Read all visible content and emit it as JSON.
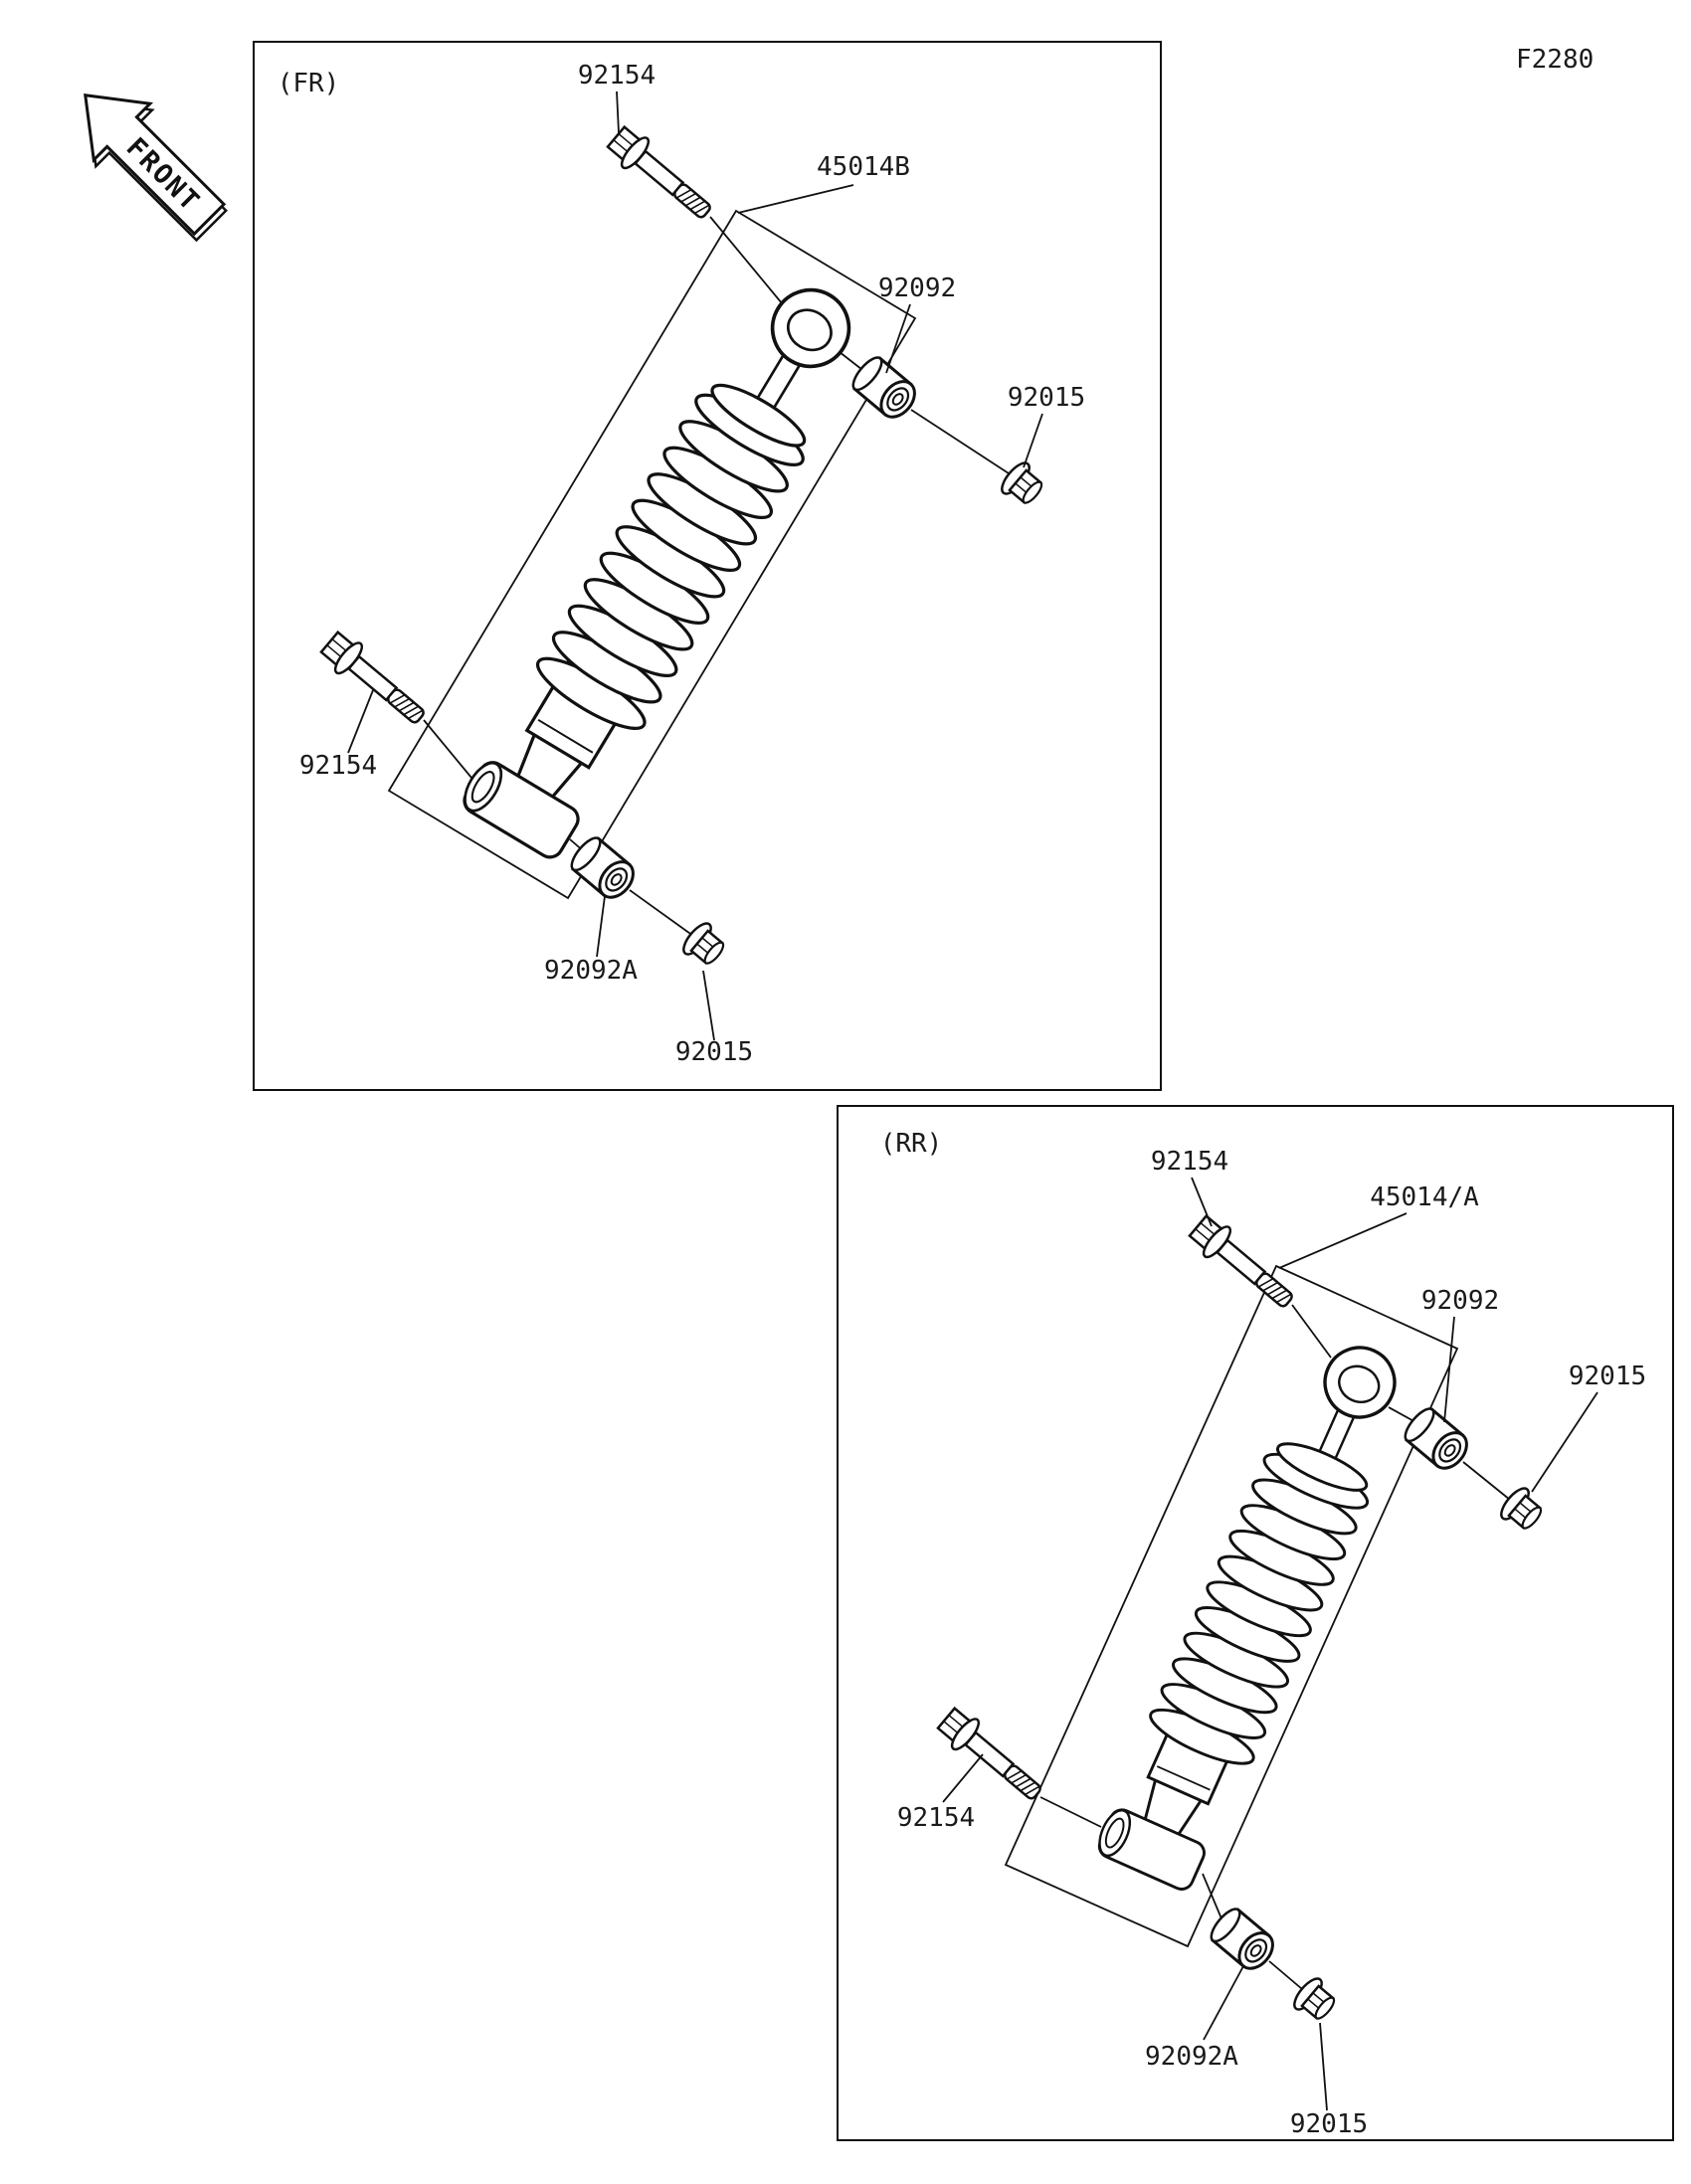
{
  "figure": {
    "code": "F2280",
    "front_marker": "FRONT"
  },
  "panels": {
    "fr": {
      "title": "(FR)",
      "parts": {
        "assembly": "45014B",
        "bolt_upper": "92154",
        "bushing_upper": "92092",
        "nut_upper": "92015",
        "bolt_lower": "92154",
        "bushing_lower": "92092A",
        "nut_lower": "92015"
      }
    },
    "rr": {
      "title": "(RR)",
      "parts": {
        "assembly": "45014/A",
        "bolt_upper": "92154",
        "bushing_upper": "92092",
        "nut_upper": "92015",
        "bolt_lower": "92154",
        "bushing_lower": "92092A",
        "nut_lower": "92015"
      }
    }
  }
}
